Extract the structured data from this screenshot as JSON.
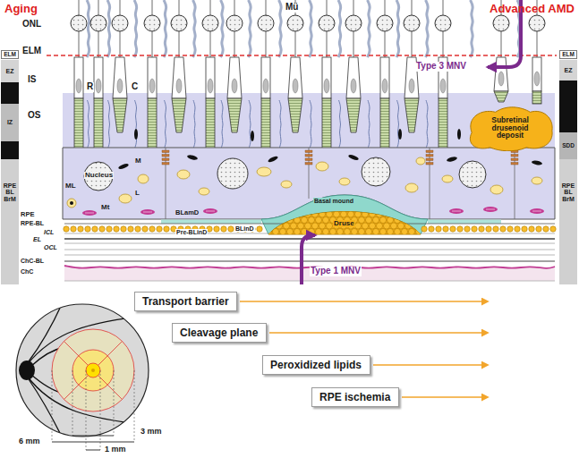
{
  "diagram": {
    "nodes": [
      {
        "text": [
          "ELM"
        ]
      },
      {
        "text": [
          "EZ"
        ]
      },
      {
        "text": [
          "IZ"
        ]
      },
      {
        "text": [
          "RPE BL BrM"
        ]
      },
      {
        "text": [
          "ELM"
        ]
      },
      {
        "text": [
          "EZ"
        ]
      },
      {
        "text": [
          "SDD"
        ]
      },
      {
        "text": [
          "RPE BL BrM"
        ]
      },
      {
        "text": [
          "Subretinal drusenoid deposit"
        ]
      },
      {
        "text": [
          "Transport barrier"
        ]
      },
      {
        "text": [
          "Cleavage plane"
        ]
      },
      {
        "text": [
          "Peroxidized lipids"
        ]
      },
      {
        "text": [
          "RPE ischemia"
        ]
      }
    ],
    "labels": [
      "Aging",
      "Advanced AMD",
      "Mü",
      "ONL",
      "ELM",
      "IS",
      "OS",
      "R",
      "C",
      "M",
      "Nucleus",
      "ML",
      "L",
      "Mt",
      "RPE",
      "BLamD",
      "RPE-BL",
      "Pre-BLinD",
      "ICL",
      "EL",
      "OCL",
      "ChC-BL",
      "ChC",
      "Basal mound",
      "BLinD",
      "Druse",
      "Type 1 MNV",
      "Type 3 MNV",
      "6 mm",
      "1 mm",
      "3 mm"
    ]
  }
}
